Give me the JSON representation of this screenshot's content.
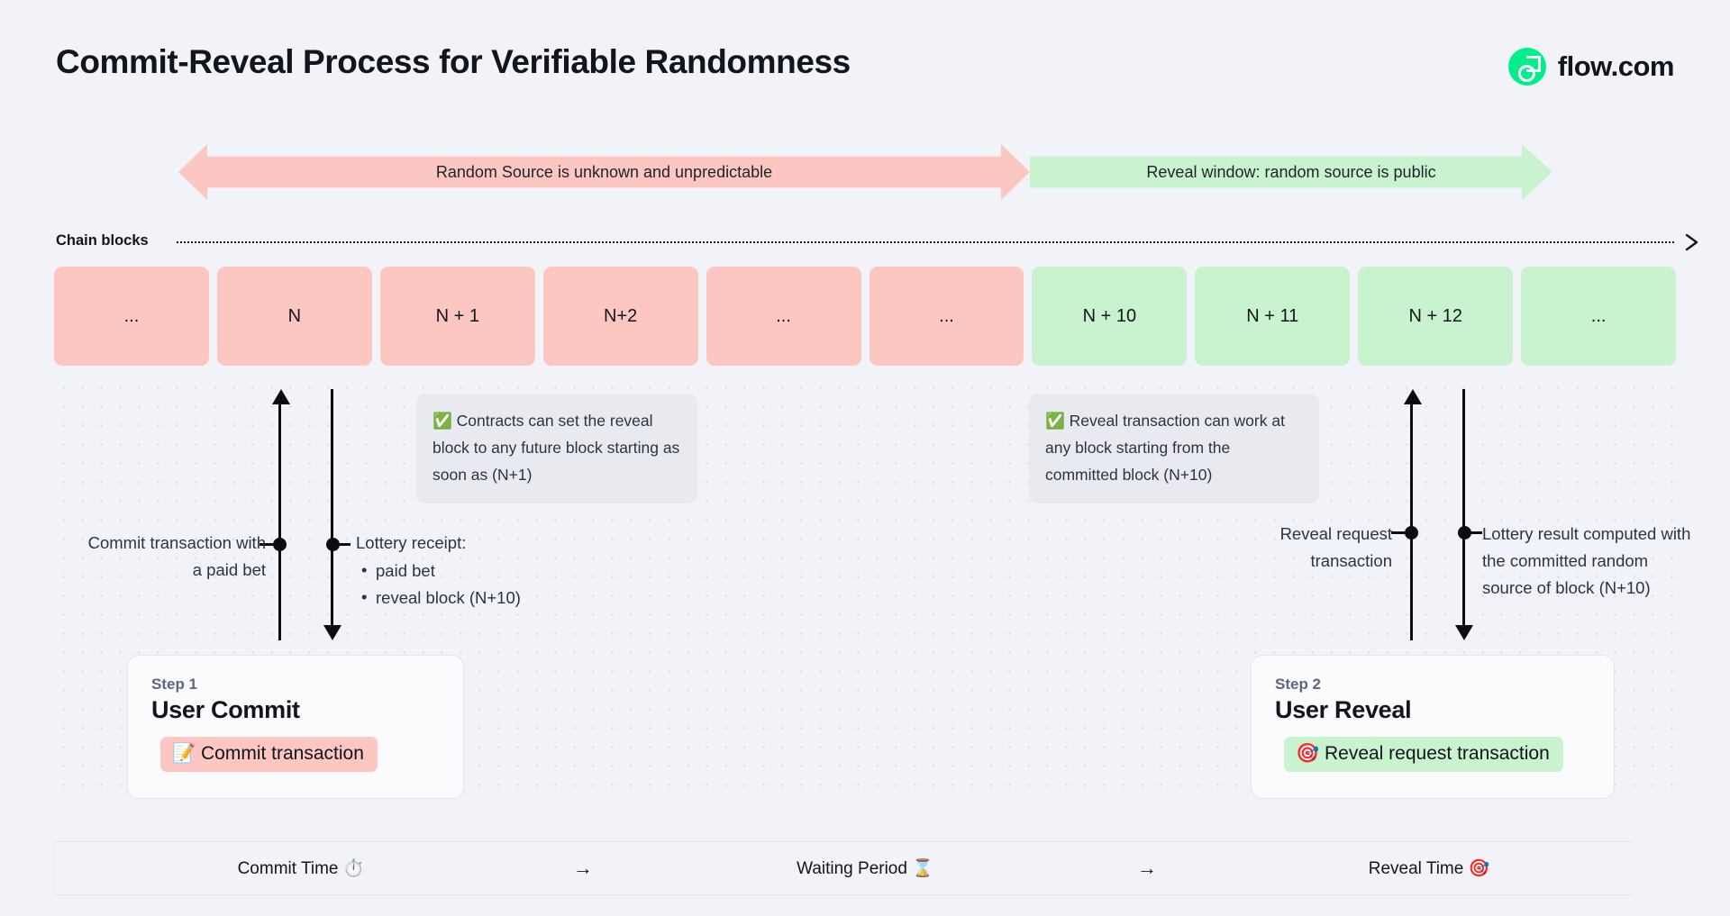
{
  "header": {
    "title": "Commit-Reveal Process for Verifiable Randomness",
    "brand_name": "flow.com",
    "brand_color": "#00EF8B"
  },
  "banners": [
    {
      "id": "unknown-window",
      "label": "Random Source is unknown and unpredictable",
      "color": "#FBC7C0",
      "direction": "double"
    },
    {
      "id": "reveal-window",
      "label": "Reveal window: random source is public",
      "color": "#C9F2CE",
      "direction": "right"
    }
  ],
  "chain": {
    "row_label": "Chain blocks",
    "blocks": [
      {
        "label": "...",
        "state": "pink"
      },
      {
        "label": "N",
        "state": "pink"
      },
      {
        "label": "N + 1",
        "state": "pink"
      },
      {
        "label": "N+2",
        "state": "pink"
      },
      {
        "label": "...",
        "state": "pink"
      },
      {
        "label": "...",
        "state": "pink"
      },
      {
        "label": "N + 10",
        "state": "green"
      },
      {
        "label": "N + 11",
        "state": "green"
      },
      {
        "label": "N + 12",
        "state": "green"
      },
      {
        "label": "...",
        "state": "green"
      }
    ]
  },
  "callouts": {
    "left": "✅ Contracts can set the reveal block to any future block starting as soon as (N+1)",
    "right": "✅ Reveal transaction can work at any block starting from the committed block (N+10)"
  },
  "annotations": {
    "commit_tx": "Commit transaction with a paid bet",
    "lottery_receipt_title": "Lottery receipt:",
    "lottery_receipt_items": [
      "paid bet",
      "reveal block (N+10)"
    ],
    "reveal_request": "Reveal request transaction",
    "lottery_result": "Lottery result computed with the committed random source of block (N+10)"
  },
  "steps": [
    {
      "kicker": "Step 1",
      "title": "User Commit",
      "pill_label": "📝 Commit transaction",
      "pill_color": "#FBC7C0"
    },
    {
      "kicker": "Step 2",
      "title": "User Reveal",
      "pill_label": "🎯 Reveal request transaction",
      "pill_color": "#C9F2CE"
    }
  ],
  "timeline": {
    "segments": [
      "Commit Time ⏱️",
      "Waiting Period ⌛",
      "Reveal Time 🎯"
    ],
    "arrow_glyph": "→"
  }
}
